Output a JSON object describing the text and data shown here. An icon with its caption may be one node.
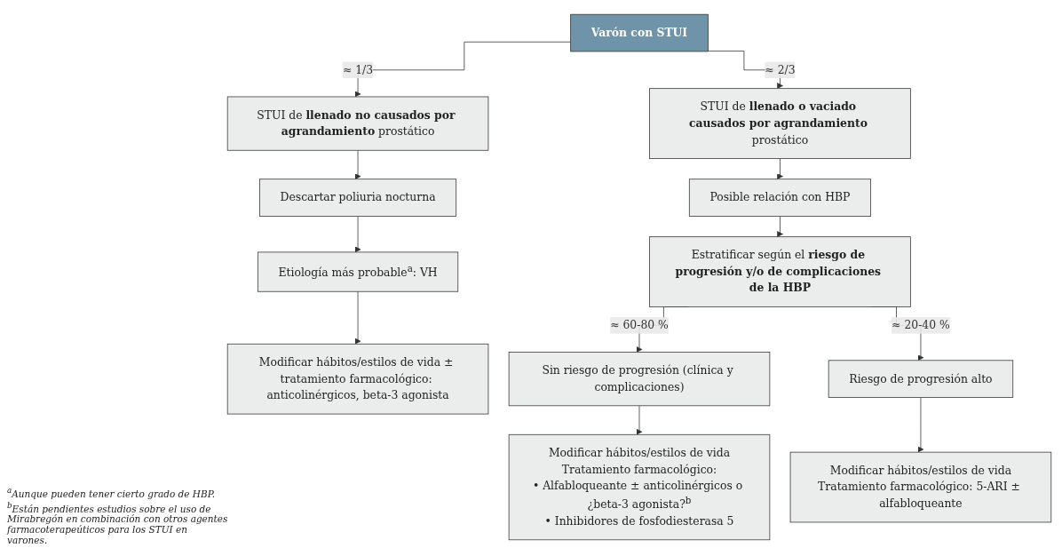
{
  "diagram": {
    "nodes": [
      {
        "text": [
          "Varón con STUI"
        ]
      },
      {
        "text": [
          "STUI de **llenado no causados por agrandamiento** prostático"
        ]
      },
      {
        "text": [
          "Descartar poliuria nocturna"
        ]
      },
      {
        "text": [
          "Etiología más probable$^{a}$: VH"
        ]
      },
      {
        "text": [
          "Modificar hábitos/estilos de vida ± tratamiento farmacológico: anticolinérgicos, beta-3 agonista"
        ]
      },
      {
        "text": [
          "STUI de **llenado o vaciado causados por agrandamiento** prostático"
        ]
      },
      {
        "text": [
          "Posible relación con HBP"
        ]
      },
      {
        "text": [
          "Estratificar según el **riesgo de progresión y/o de complicaciones de la HBP**"
        ]
      },
      {
        "text": [
          "Sin riesgo de progresión (clínica y complicaciones)"
        ]
      },
      {
        "text": [
          "Riesgo de progresión alto"
        ]
      },
      {
        "text": [
          "Modificar hábitos/estilos de vida",
          "Tratamiento farmacológico:",
          "• Alfabloqueante ± anticolinérgicos o ¿beta-3 agonista?$^{b}$",
          "• Inhibidores de fosfodiesterasa 5"
        ]
      },
      {
        "text": [
          "Modificar hábitos/estilos de vida",
          "Tratamiento farmacológico: 5-ARI ± alfabloqueante"
        ]
      }
    ],
    "edges": [
      {
        "from": 0,
        "to": 1,
        "arrow": "to",
        "label": "≈ 1/3"
      },
      {
        "from": 0,
        "to": 5,
        "arrow": "to",
        "label": "≈ 2/3"
      },
      {
        "from": 1,
        "to": 2,
        "arrow": "to"
      },
      {
        "from": 2,
        "to": 3,
        "arrow": "to"
      },
      {
        "from": 3,
        "to": 4,
        "arrow": "to"
      },
      {
        "from": 5,
        "to": 6,
        "arrow": "to"
      },
      {
        "from": 6,
        "to": 7,
        "arrow": "to"
      },
      {
        "from": 7,
        "to": 8,
        "arrow": "to",
        "label": "≈ 60-80 %"
      },
      {
        "from": 7,
        "to": 9,
        "arrow": "to",
        "label": "≈ 20-40 %"
      },
      {
        "from": 8,
        "to": 10,
        "arrow": "to"
      },
      {
        "from": 9,
        "to": 11,
        "arrow": "to"
      }
    ],
    "labels": [
      "$^{a}$Aunque pueden tener cierto grado de HBP.",
      "$^{b}$Están pendientes estudios sobre el uso de Mirabregón en combinación con otros agentes farmacoterapeúticos para los STUI en varones."
    ]
  }
}
